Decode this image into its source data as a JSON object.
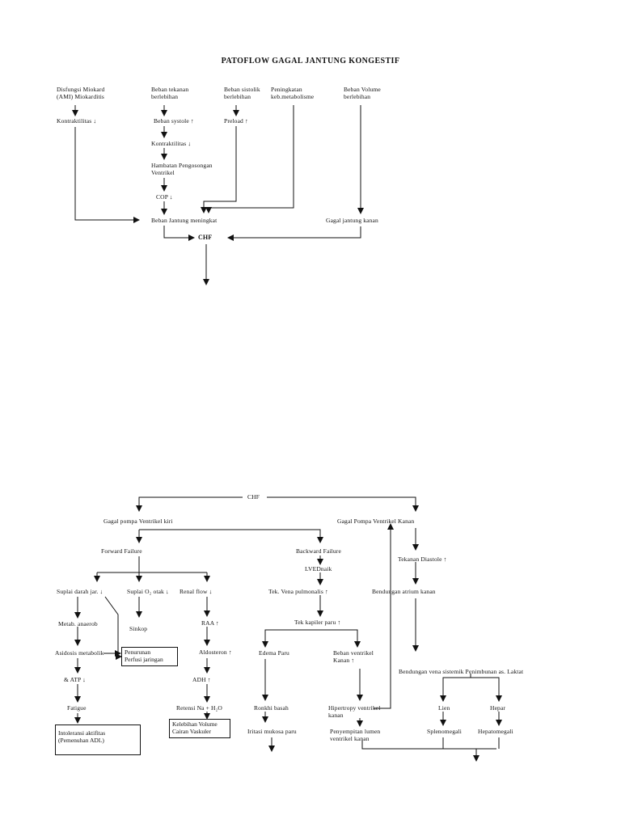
{
  "title": "PATOFLOW GAGAL JANTUNG KONGESTIF",
  "top": {
    "disfungsi": "Disfungsi Miokard\n(AMI) Miokarditis",
    "beban_tekanan": "Beban tekanan\nberlebihan",
    "beban_sistolik": "Beban sistolik\nberlebihan",
    "peningkatan_metab": "Peningkatan\nkeb.metabolisme",
    "beban_volume": "Beban Volume\nberlebihan",
    "kontraktilitas_1": "Kontraktilitas ↓",
    "beban_systole": "Beban systole ↑",
    "preload": "Preload ↑",
    "kontraktilitas_2": "Kontraktilitas ↓",
    "hambatan": "Hambatan Pengosongan\nVentrikel",
    "cop": "COP ↓",
    "beban_jantung": "Beban Jantung meningkat",
    "gagal_kanan": "Gagal jantung kanan",
    "chf": "CHF"
  },
  "bottom": {
    "chf": "CHF",
    "pompa_kiri": "Gagal pompa Ventrikel kiri",
    "pompa_kanan": "Gagal Pompa Ventrikel Kanan",
    "forward": "Forward Failure",
    "backward": "Backward Failure",
    "lved": "LVEDnaik",
    "suplai_darah": "Suplai darah jar. ↓",
    "suplai_o2": "Suplai O₂ otak ↓",
    "renal_flow": "Renal flow ↓",
    "metab_anaerob": "Metab. anaerob",
    "sinkop": "Sinkop",
    "raa": "RAA ↑",
    "asidosis": "Asidosis metabolik",
    "penurunan_perfusi": "Penurunan\nPerfusi jaringan",
    "aldosteron": "Aldosteron ↑",
    "atp": "& ATP ↓",
    "adh": "ADH ↑",
    "fatigue": "Fatigue",
    "retensi": "Retensi Na + H₂O",
    "intoleransi": "Intoleransi aktifitas\n(Pemenuhan ADL)",
    "kelebihan_volume": "Kelebihan Volume\nCairan Vaskuler",
    "tek_vena": "Tek. Vena pulmonalis ↑",
    "tek_kapiler": "Tek kapiler paru ↑",
    "edema": "Edema Paru",
    "beban_ventrikel_kanan": "Beban ventrikel\nKanan ↑",
    "ronkhi": "Ronkhi basah",
    "iritasi": "Iritasi mukosa paru",
    "hipertropy": "Hipertropy ventrikel\nkanan",
    "penyempitan": "Penyempitan lumen\nventrikel kanan",
    "tekanan_diastole": "Tekanan Diastole ↑",
    "bendungan_atrium": "Bendungan atrium kanan",
    "bendungan_vena": "Bendungan vena sistemik Penimbunan as. Laktat",
    "lien": "Lien",
    "hepar": "Hepar",
    "splenomegali": "Splenomegali",
    "hepatomegali": "Hepatomegali"
  }
}
